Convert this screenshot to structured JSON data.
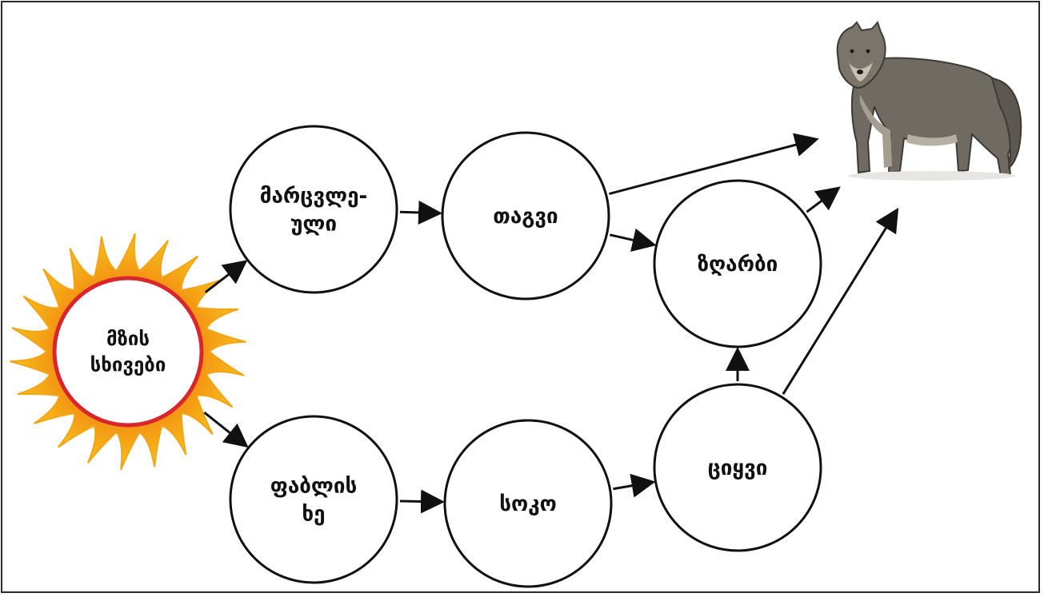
{
  "diagram": {
    "nodes": {
      "sun": {
        "lines": [
          "მზის",
          "სხივები"
        ],
        "fill": "#ffffff",
        "stroke": "#d8262c"
      },
      "plants": {
        "lines": [
          "მარცვლე-",
          "ული"
        ]
      },
      "mice": {
        "lines": [
          "თაგვი"
        ]
      },
      "hare": {
        "lines": [
          "ზღარბი"
        ]
      },
      "leaves": {
        "lines": [
          "ფაბლის",
          "ხე"
        ]
      },
      "snail": {
        "lines": [
          "სოკო"
        ]
      },
      "hedgehog": {
        "lines": [
          "ციყვი"
        ]
      }
    },
    "edges": [
      [
        "sun",
        "plants"
      ],
      [
        "sun",
        "leaves"
      ],
      [
        "plants",
        "mice"
      ],
      [
        "mice",
        "hare"
      ],
      [
        "mice",
        "wolf"
      ],
      [
        "leaves",
        "snail"
      ],
      [
        "snail",
        "hedgehog"
      ],
      [
        "hedgehog",
        "hare"
      ],
      [
        "hare",
        "wolf"
      ],
      [
        "hedgehog",
        "wolf"
      ]
    ],
    "colors": {
      "sun_flame_outer": "#f6c21b",
      "sun_flame_inner": "#f38a12",
      "sun_ring": "#d8262c",
      "wolf_fur": "#6f6a62",
      "arrow": "#111111"
    },
    "icons": {
      "predator": "wolf-image"
    }
  }
}
